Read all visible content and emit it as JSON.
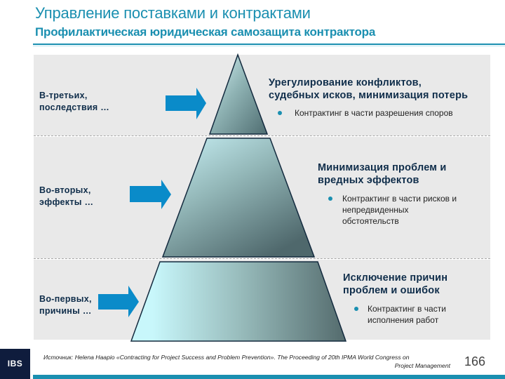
{
  "header": {
    "title": "Управление поставками и контрактами",
    "subtitle": "Профилактическая юридическая самозащита контрактора"
  },
  "pyramid": {
    "levels": [
      {
        "left_label": [
          "В-третьих,",
          "последствия …"
        ],
        "title": [
          "Урегулирование конфликтов,",
          "судебных исков, минимизация потерь"
        ],
        "bullets": [
          "Контрактинг в части разрешения споров"
        ]
      },
      {
        "left_label": [
          "Во-вторых,",
          "эффекты …"
        ],
        "title": [
          "Минимизация проблем и",
          "вредных эффектов"
        ],
        "bullets": [
          "Контрактинг в части рисков и",
          "непредвиденных",
          "обстоятельств"
        ]
      },
      {
        "left_label": [
          "Во-первых,",
          "причины …"
        ],
        "title": [
          "Исключение причин",
          "проблем и ошибок"
        ],
        "bullets": [
          "Контрактинг в части",
          "исполнения работ"
        ]
      }
    ]
  },
  "footer": {
    "logo": "IBS",
    "source_line1": "Источник: Helena Haapio «Contracting for Project Success and Problem Prevention». The Proceeding of 20th IPMA World Congress on",
    "source_line2": "Project Management",
    "page_number": "166"
  },
  "colors": {
    "accent": "#1a8fb0",
    "arrow": "#0a8bc9",
    "text_dark": "#0f2d4a",
    "panel": "#e9e9e9",
    "logo_bg": "#0f1c3d"
  }
}
